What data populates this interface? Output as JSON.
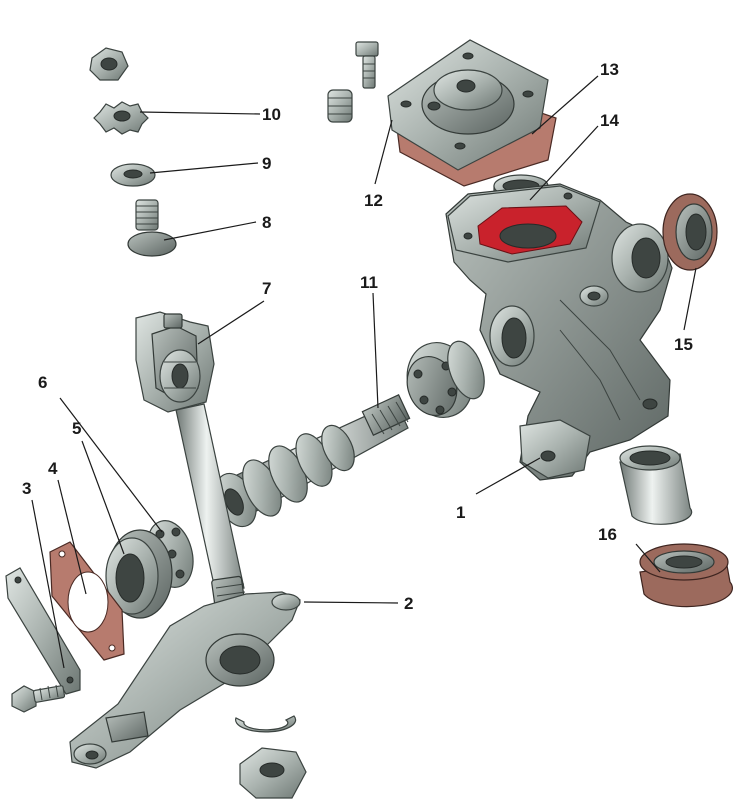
{
  "callouts": [
    {
      "label": "1"
    },
    {
      "label": "2"
    },
    {
      "label": "3"
    },
    {
      "label": "4"
    },
    {
      "label": "5"
    },
    {
      "label": "6"
    },
    {
      "label": "7"
    },
    {
      "label": "8"
    },
    {
      "label": "9"
    },
    {
      "label": "10"
    },
    {
      "label": "11"
    },
    {
      "label": "12"
    },
    {
      "label": "13"
    },
    {
      "label": "14"
    },
    {
      "label": "15"
    },
    {
      "label": "16"
    }
  ],
  "colors": {
    "metal": "#a9b2ae",
    "gasket": "#b77b6e",
    "seal": "#9c6a5d",
    "accent_red": "#c9222c",
    "text": "#1a1a1a"
  }
}
